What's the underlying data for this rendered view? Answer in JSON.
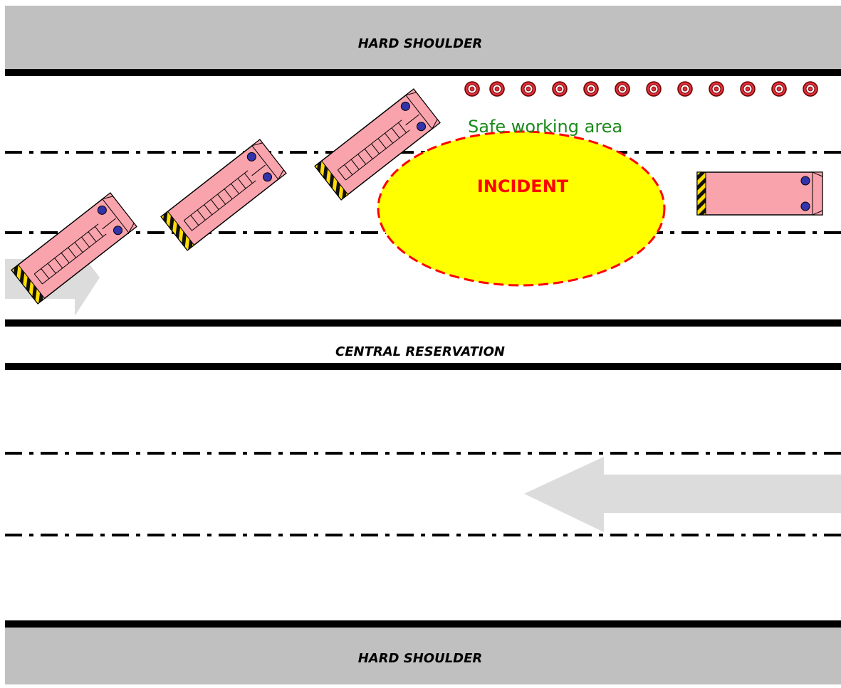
{
  "diagram": {
    "top_shoulder_label": "HARD SHOULDER",
    "central_reservation_label": "CENTRAL RESERVATION",
    "bottom_shoulder_label": "HARD SHOULDER",
    "safe_area_label": "Safe working area",
    "incident_label": "INCIDENT",
    "cone_count": 12,
    "fire_engine_count": 4,
    "colors": {
      "shoulder": "#c0c0c0",
      "road_line": "#000000",
      "incident_fill": "#ffff00",
      "incident_border": "#ff0000",
      "vehicle_body": "#f9a3ad",
      "vehicle_light": "#3333aa",
      "cone": "#e0303a",
      "traffic_arrow": "#dcdcdc",
      "safe_text": "#1a8a1a"
    }
  }
}
